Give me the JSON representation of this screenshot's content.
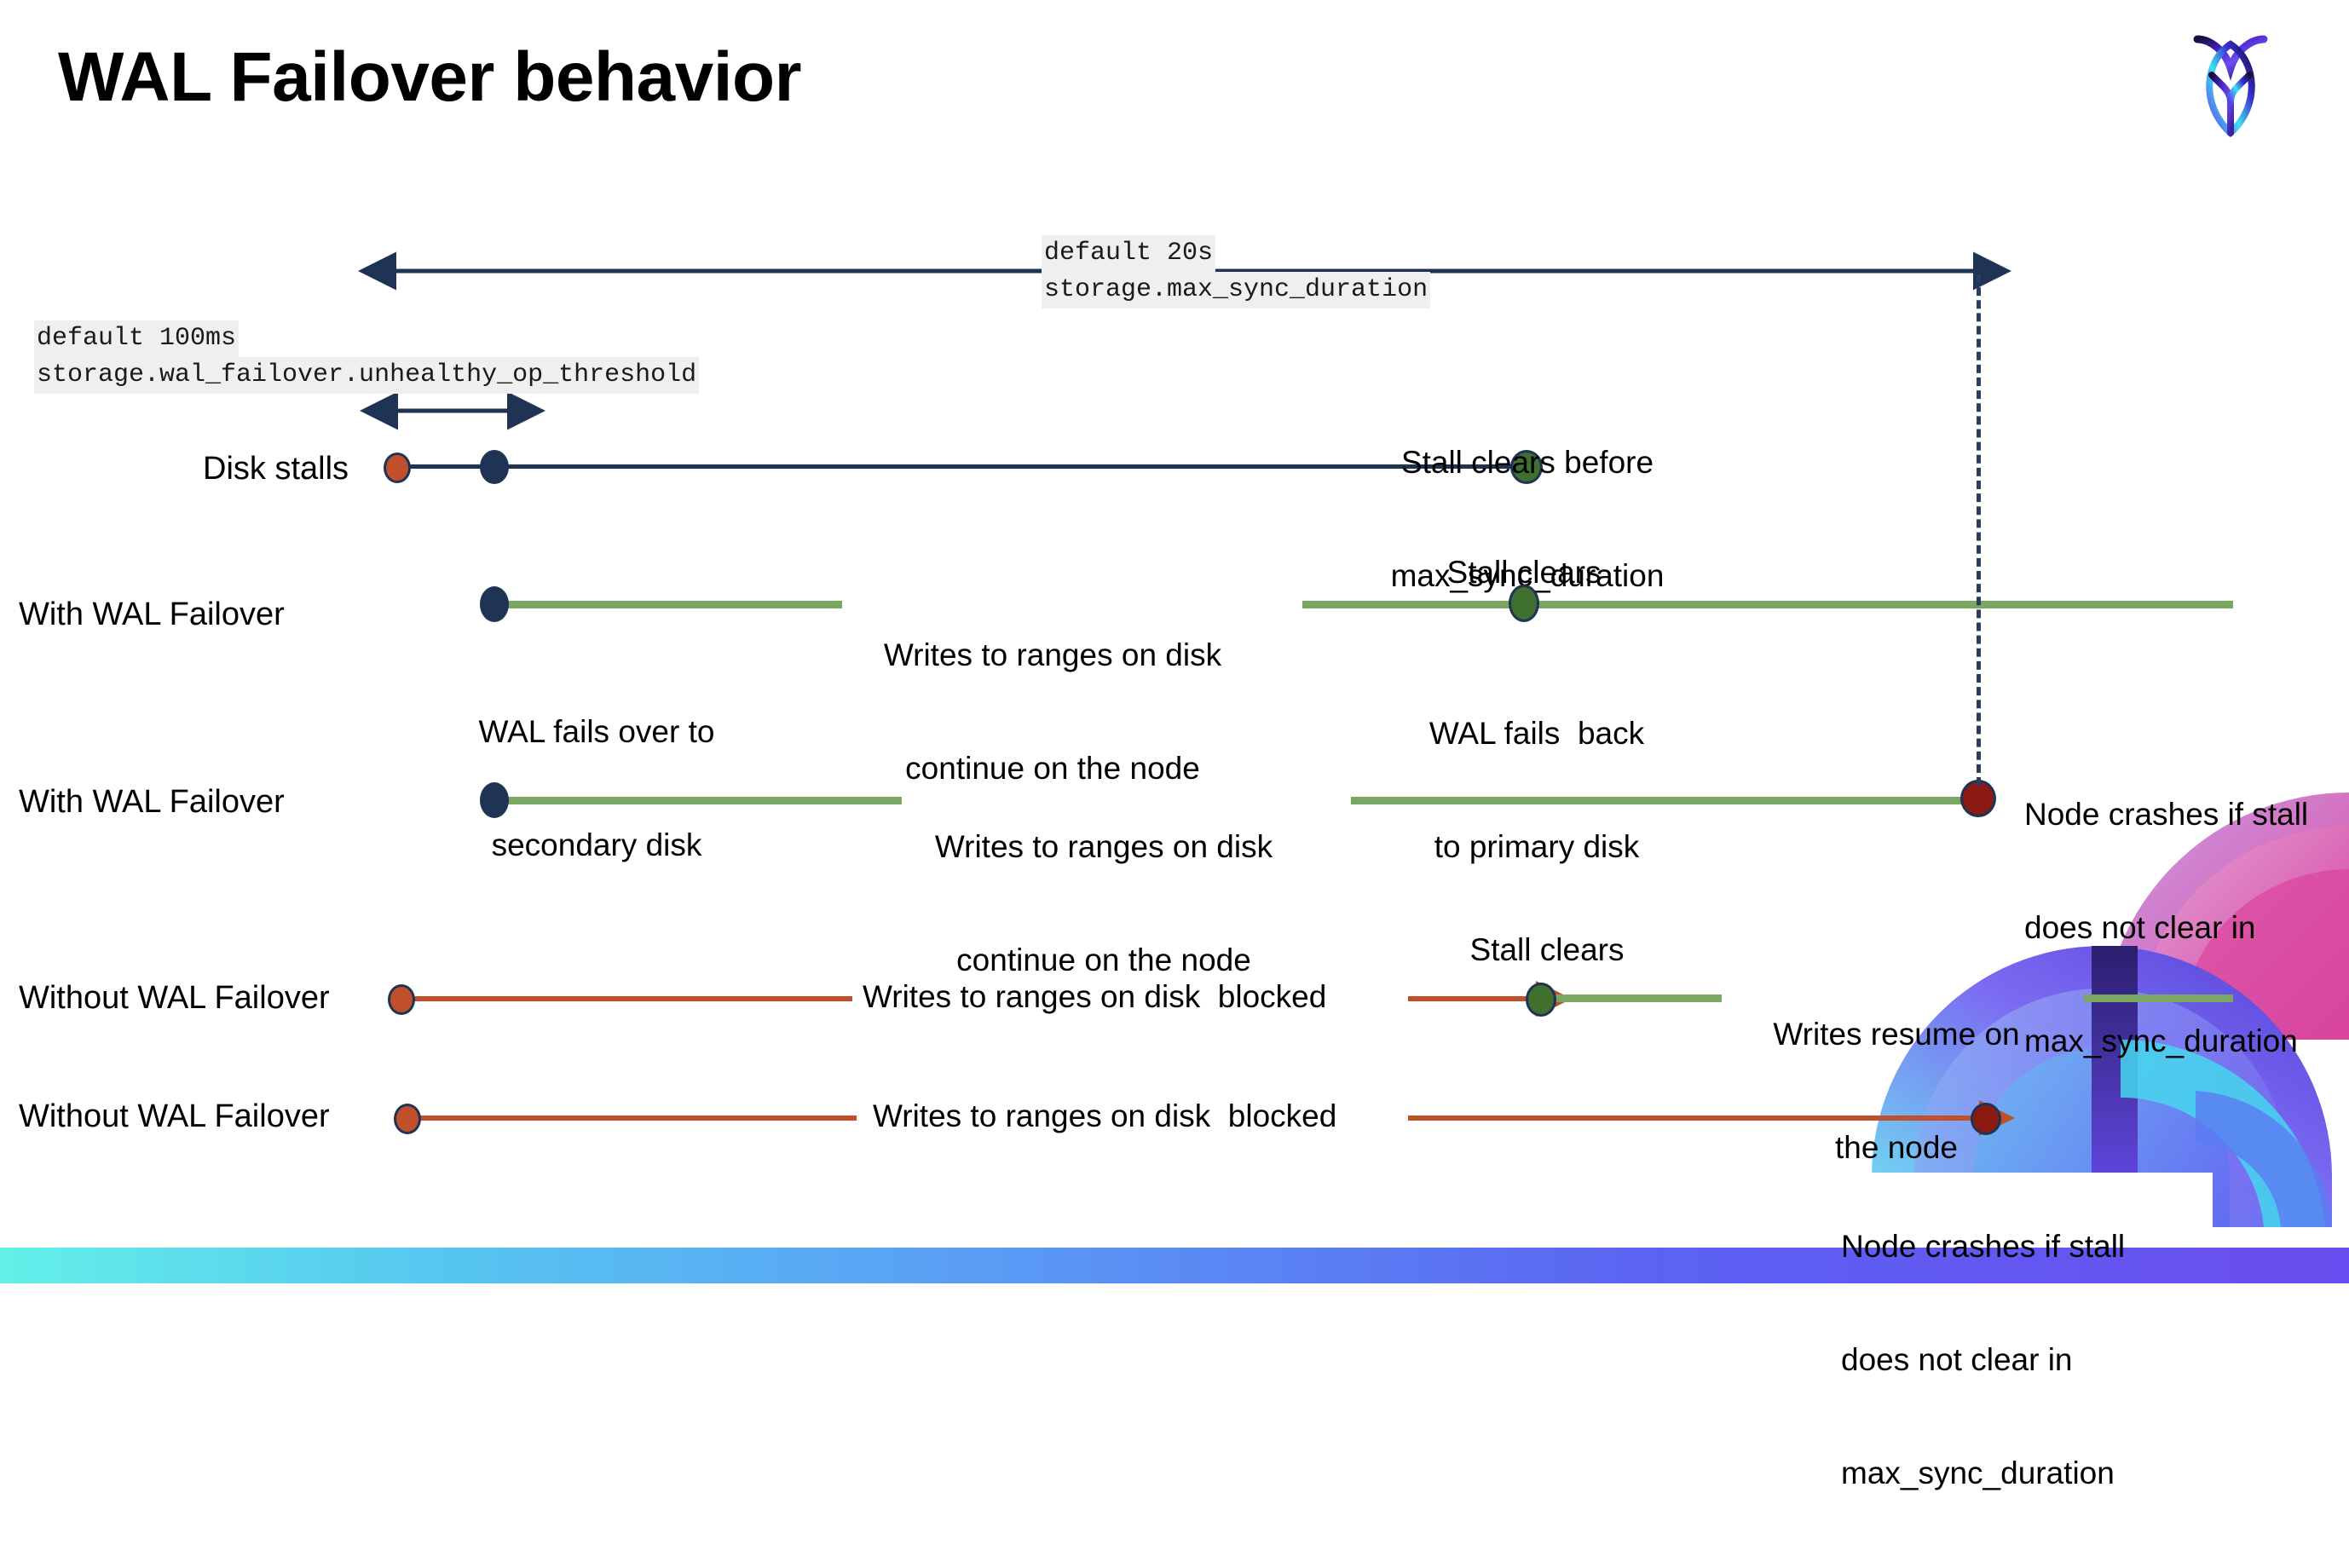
{
  "slide": {
    "title": "WAL Failover behavior",
    "logo_icon": "cockroachdb-logo-icon"
  },
  "annotations": {
    "max_sync": {
      "default": "default 20s",
      "setting": "storage.max_sync_duration"
    },
    "unhealthy_op": {
      "default": "default 100ms",
      "setting": "storage.wal_failover.unhealthy_op_threshold"
    }
  },
  "rows": [
    {
      "label": "Disk stalls",
      "notes": [
        "Stall clears before",
        "max_sync_duration"
      ]
    },
    {
      "label": "With WAL Failover",
      "notes": [
        "Writes to ranges on disk",
        "continue on the node",
        "Stall clears",
        "WAL fails over to",
        "secondary disk",
        "WAL fails  back",
        "to primary disk"
      ]
    },
    {
      "label": "With WAL Failover",
      "notes": [
        "Writes to ranges on disk",
        "continue on the node",
        "Node crashes if stall",
        "does not clear in",
        "max_sync_duration"
      ]
    },
    {
      "label": "Without WAL Failover",
      "notes": [
        "Writes to ranges on disk  blocked",
        "Stall clears",
        "Writes resume on",
        "the node"
      ]
    },
    {
      "label": "Without WAL Failover",
      "notes": [
        "Writes to ranges on disk  blocked",
        "Node crashes if stall",
        "does not clear in",
        "max_sync_duration"
      ]
    }
  ],
  "text": {
    "title": "WAL Failover behavior",
    "max_sync_default": "default 20s",
    "max_sync_setting": "storage.max_sync_duration",
    "unhealthy_default": "default 100ms",
    "unhealthy_setting": "storage.wal_failover.unhealthy_op_threshold",
    "row1_label": "Disk stalls",
    "row1_note_a": "Stall clears before",
    "row1_note_b": "max_sync_duration",
    "row2_label": "With WAL Failover",
    "row2_writes_a": "Writes to ranges on disk",
    "row2_writes_b": "continue on the node",
    "row2_stall_clears": "Stall clears",
    "row2_failover_a": "WAL fails over to",
    "row2_failover_b": "secondary disk",
    "row2_failback_a": "WAL fails  back",
    "row2_failback_b": "to primary disk",
    "row3_label": "With WAL Failover",
    "row3_writes_a": "Writes to ranges on disk",
    "row3_writes_b": "continue on the node",
    "row3_crash_a": "Node crashes if stall",
    "row3_crash_b": "does not clear in",
    "row3_crash_c": "max_sync_duration",
    "row4_label": "Without WAL Failover",
    "row4_blocked": "Writes to ranges on disk  blocked",
    "row4_stall_clears": "Stall clears",
    "row4_resume_a": "Writes resume on",
    "row4_resume_b": "the node",
    "row5_label": "Without WAL Failover",
    "row5_blocked": "Writes to ranges on disk  blocked",
    "row5_crash_a": "Node crashes if stall",
    "row5_crash_b": "does not clear in",
    "row5_crash_c": "max_sync_duration"
  },
  "colors": {
    "navy": "#1f3354",
    "green_line": "#7aa862",
    "green_dot": "#3f7030",
    "red_line": "#c0502c",
    "red_dot": "#c0502c",
    "dark_red_dot": "#8b1a13",
    "code_bg": "#efefef"
  }
}
